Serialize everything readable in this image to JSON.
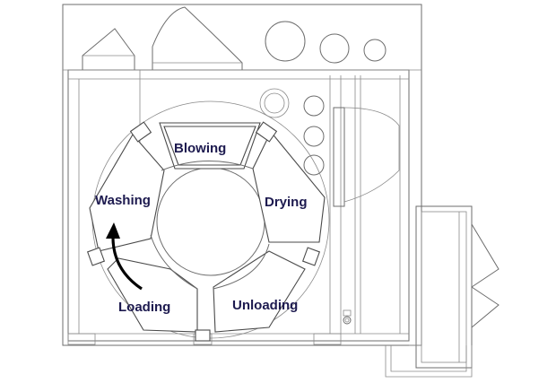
{
  "stations": {
    "blowing": "Blowing",
    "drying": "Drying",
    "unloading": "Unloading",
    "loading": "Loading",
    "washing": "Washing"
  },
  "colors": {
    "label": "#1d1a4f",
    "line": "#6d6d6d",
    "arrow": "#000000"
  }
}
